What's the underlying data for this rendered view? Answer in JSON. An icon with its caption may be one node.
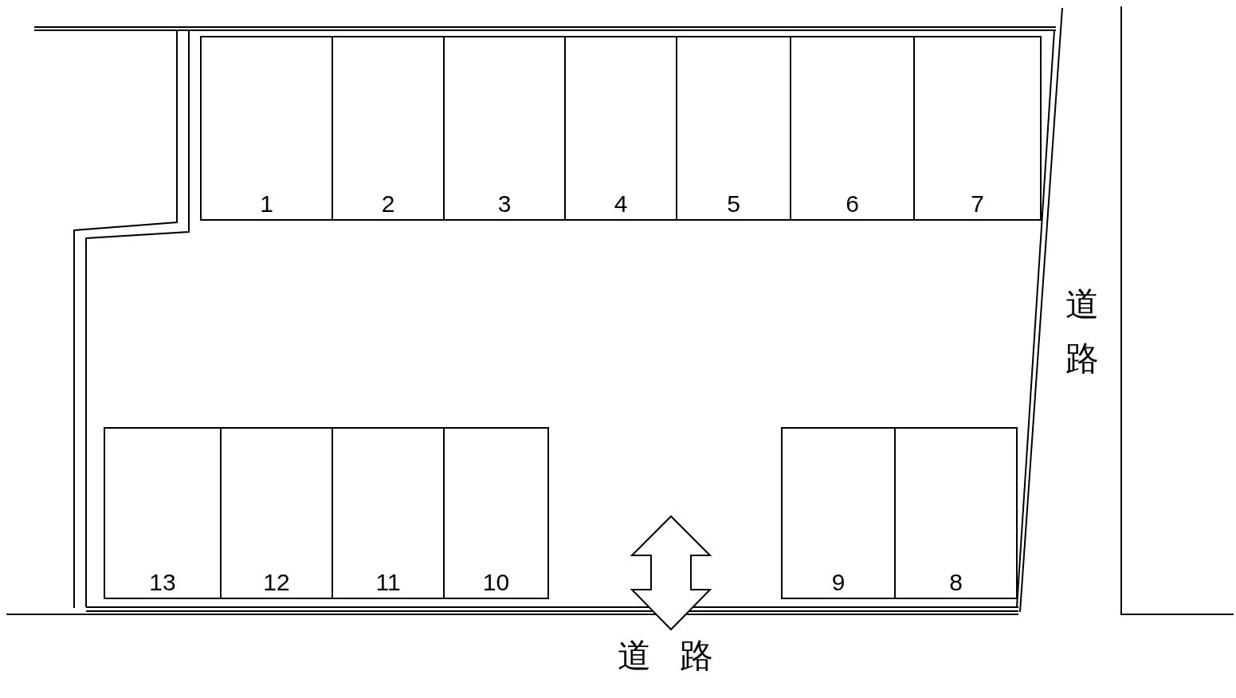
{
  "diagram": {
    "nodes": [
      {
        "text": [
          "1"
        ]
      },
      {
        "text": [
          "2"
        ]
      },
      {
        "text": [
          "3"
        ]
      },
      {
        "text": [
          "4"
        ]
      },
      {
        "text": [
          "5"
        ]
      },
      {
        "text": [
          "6"
        ]
      },
      {
        "text": [
          "7"
        ]
      },
      {
        "text": [
          "13"
        ]
      },
      {
        "text": [
          "12"
        ]
      },
      {
        "text": [
          "11"
        ]
      },
      {
        "text": [
          "10"
        ]
      },
      {
        "text": [
          "9"
        ]
      },
      {
        "text": [
          "8"
        ]
      }
    ],
    "edges": [],
    "labels": [
      "道路",
      "道路"
    ]
  }
}
